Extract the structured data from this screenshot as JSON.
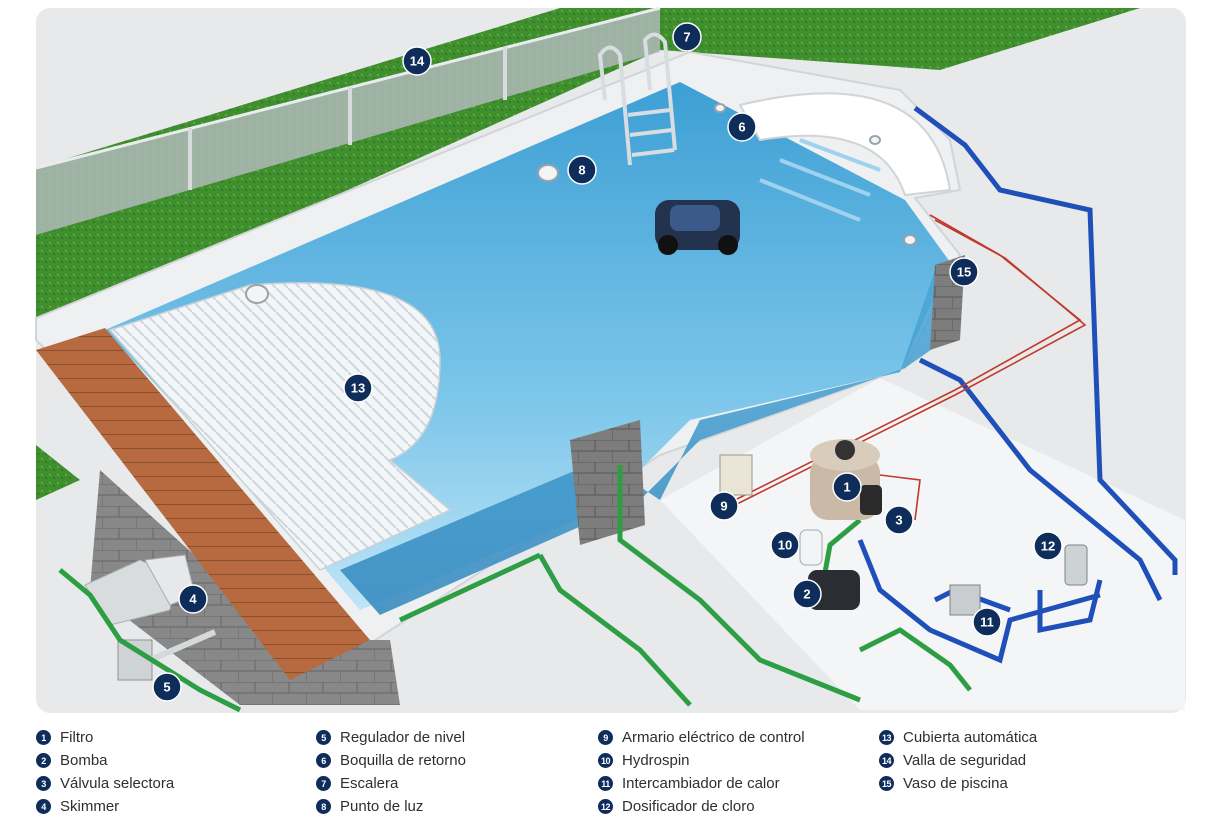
{
  "markers": [
    "1",
    "2",
    "3",
    "4",
    "5",
    "6",
    "7",
    "8",
    "9",
    "10",
    "11",
    "12",
    "13",
    "14",
    "15"
  ],
  "legend": {
    "col1": [
      {
        "num": "1",
        "label": "Filtro"
      },
      {
        "num": "2",
        "label": "Bomba"
      },
      {
        "num": "3",
        "label": "Válvula selectora"
      },
      {
        "num": "4",
        "label": "Skimmer"
      }
    ],
    "col2": [
      {
        "num": "5",
        "label": "Regulador de nivel"
      },
      {
        "num": "6",
        "label": "Boquilla de retorno"
      },
      {
        "num": "7",
        "label": "Escalera"
      },
      {
        "num": "8",
        "label": "Punto de luz"
      }
    ],
    "col3": [
      {
        "num": "9",
        "label": "Armario eléctrico de control"
      },
      {
        "num": "10",
        "label": "Hydrospin"
      },
      {
        "num": "11",
        "label": "Intercambiador de calor"
      },
      {
        "num": "12",
        "label": "Dosificador de cloro"
      }
    ],
    "col4": [
      {
        "num": "13",
        "label": "Cubierta automática"
      },
      {
        "num": "14",
        "label": "Valla de seguridad"
      },
      {
        "num": "15",
        "label": "Vaso de piscina"
      }
    ]
  },
  "colors": {
    "marker": "#0f2d5a",
    "water": "#5fb3dc",
    "grass": "#3f8f2e",
    "pipe_blue": "#1f4fb8",
    "pipe_green": "#2e9e44",
    "wire_red": "#c0392b",
    "deck": "#b4643a",
    "ground": "#e6e8ea"
  }
}
